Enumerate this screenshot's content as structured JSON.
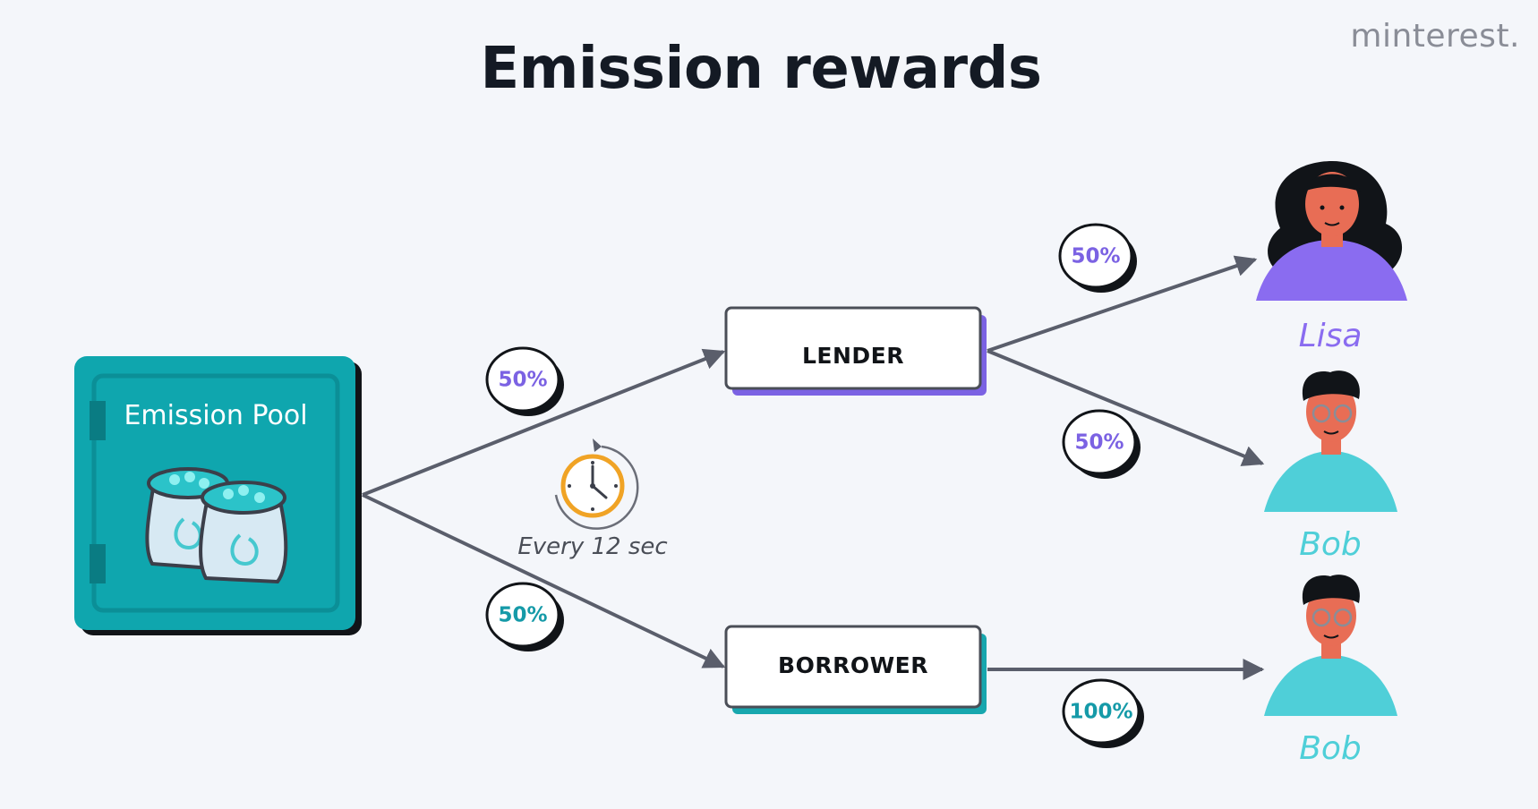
{
  "title": "Emission rewards",
  "brand": "minterest.",
  "pool": {
    "label": "Emission Pool",
    "icon": "money-bags-icon",
    "color": "#0fa6ae"
  },
  "timer": {
    "label": "Every 12 sec",
    "icon": "clock-icon"
  },
  "roles": {
    "lender": {
      "label": "LENDER",
      "accent": "#7b62e3"
    },
    "borrower": {
      "label": "BORROWER",
      "accent": "#17a7ae"
    }
  },
  "splits": {
    "pool_to_lender": "50%",
    "pool_to_borrower": "50%",
    "lender_to_lisa": "50%",
    "lender_to_bob": "50%",
    "borrower_to_bob": "100%"
  },
  "users": {
    "lisa": {
      "name": "Lisa",
      "color": "#8a6cf0"
    },
    "bob_lender": {
      "name": "Bob",
      "color": "#4fcfd8"
    },
    "bob_borrower": {
      "name": "Bob",
      "color": "#4fcfd8"
    }
  }
}
